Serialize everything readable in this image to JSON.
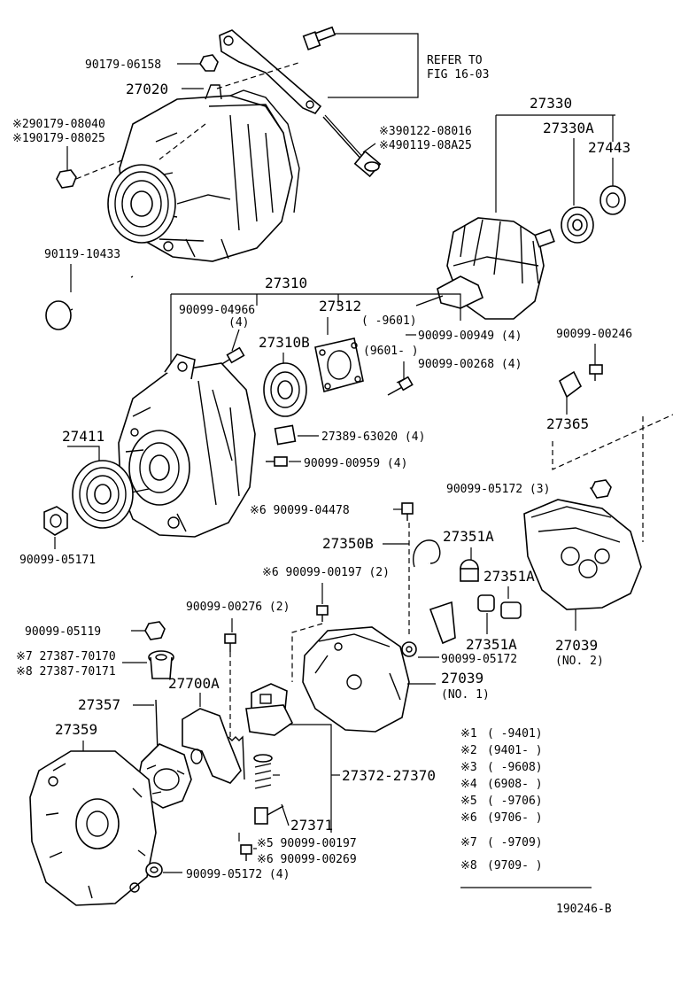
{
  "labels": {
    "refer_to_1": "REFER TO",
    "refer_to_2": "FIG 16-03",
    "p90179_06158": "90179-06158",
    "p27020": "27020",
    "p90179_08040": "※290179-08040",
    "p90179_08025": "※190179-08025",
    "p90122_08016": "※390122-08016",
    "p90119_08A25": "※490119-08A25",
    "p27330": "27330",
    "p27330A": "27330A",
    "p27443": "27443",
    "p90119_10433": "90119-10433",
    "p27310": "27310",
    "p90099_04966": "90099-04966",
    "qty4_a": "(4)",
    "p27312": "27312",
    "range_9601_open": "(      -9601)",
    "p27310B": "27310B",
    "range_9601_close": "(9601-      )",
    "p90099_00949": "90099-00949 (4)",
    "p90099_00268": "90099-00268 (4)",
    "p90099_00246": "90099-00246",
    "p27411": "27411",
    "p27389_63020": "27389-63020 (4)",
    "p27365": "27365",
    "p90099_00959": "90099-00959 (4)",
    "p90099_05172_3": "90099-05172 (3)",
    "p90099_05171": "90099-05171",
    "p90099_04478": "※6 90099-04478",
    "p27350B": "27350B",
    "p27351A_1": "27351A",
    "p90099_00197_2": "※6 90099-00197 (2)",
    "p27351A_2": "27351A",
    "p90099_00276": "90099-00276 (2)",
    "p90099_05119": "90099-05119",
    "p27351A_3": "27351A",
    "p27039_no2": "27039",
    "no2": "(NO. 2)",
    "p27387_70170": "※7 27387-70170",
    "p27387_70171": "※8 27387-70171",
    "p27700A": "27700A",
    "p90099_05172": "90099-05172",
    "p27039_no1": "27039",
    "no1": "(NO. 1)",
    "p27357": "27357",
    "p27359": "27359",
    "p27372_27370": "27372-27370",
    "p27371": "27371",
    "p90099_00197_5": "※5 90099-00197",
    "p90099_00269_6": "※6 90099-00269",
    "p90099_05172_4": "90099-05172 (4)",
    "figure_code": "190246-B"
  },
  "legend": [
    {
      "mark": "※1",
      "range": "(      -9401)"
    },
    {
      "mark": "※2",
      "range": "(9401-      )"
    },
    {
      "mark": "※3",
      "range": "(      -9608)"
    },
    {
      "mark": "※4",
      "range": "(6908-      )"
    },
    {
      "mark": "※5",
      "range": "(      -9706)"
    },
    {
      "mark": "※6",
      "range": "(9706-      )"
    },
    {
      "mark": "※7",
      "range": "(      -9709)"
    },
    {
      "mark": "※8",
      "range": "(9709-      )"
    }
  ]
}
